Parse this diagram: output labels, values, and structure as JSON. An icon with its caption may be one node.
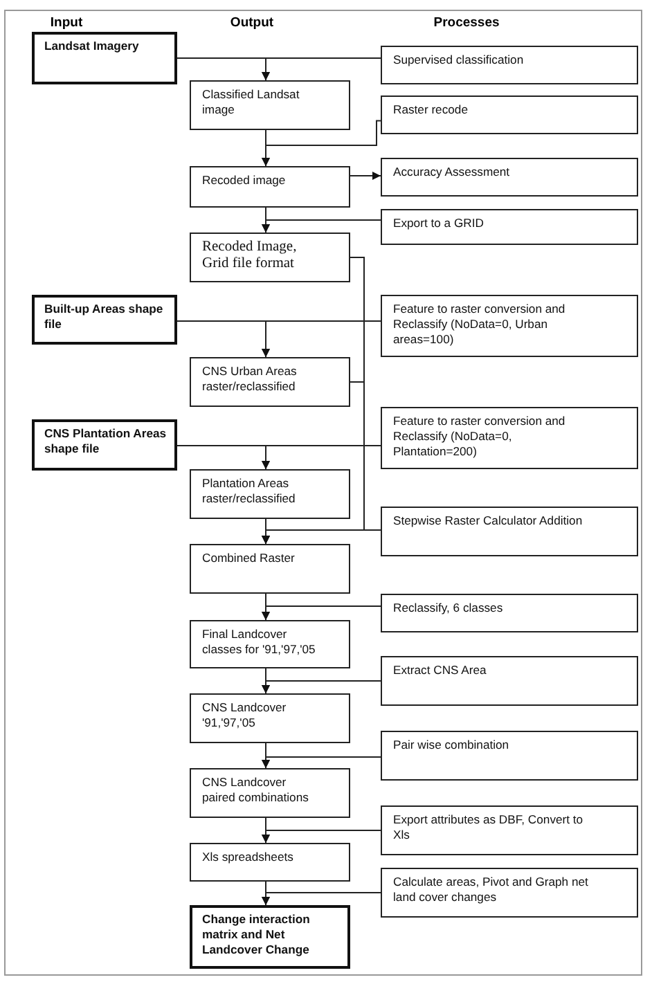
{
  "diagram": {
    "nodes": [
      {
        "text": [
          "Landsat Imagery"
        ]
      },
      {
        "text": [
          "Supervised classification"
        ]
      },
      {
        "text": [
          "Classified Landsat image"
        ]
      },
      {
        "text": [
          "Raster recode"
        ]
      },
      {
        "text": [
          "Recoded image"
        ]
      },
      {
        "text": [
          "Accuracy Assessment"
        ]
      },
      {
        "text": [
          "Export to a GRID"
        ]
      },
      {
        "text": [
          "Recoded Image, Grid file format"
        ]
      },
      {
        "text": [
          "Built-up Areas shape file"
        ]
      },
      {
        "text": [
          "Feature to raster conversion and Reclassify (NoData=0, Urban areas=100)"
        ]
      },
      {
        "text": [
          "CNS Urban Areas raster/reclassified"
        ]
      },
      {
        "text": [
          "CNS Plantation Areas shape file"
        ]
      },
      {
        "text": [
          "Feature to raster conversion and Reclassify (NoData=0, Plantation=200)"
        ]
      },
      {
        "text": [
          "Plantation Areas raster/reclassified"
        ]
      },
      {
        "text": [
          "Stepwise Raster Calculator Addition"
        ]
      },
      {
        "text": [
          "Combined Raster"
        ]
      },
      {
        "text": [
          "Reclassify, 6 classes"
        ]
      },
      {
        "text": [
          "Final Landcover classes for '91,'97,'05"
        ]
      },
      {
        "text": [
          "Extract CNS Area"
        ]
      },
      {
        "text": [
          "CNS Landcover '91,'97,'05"
        ]
      },
      {
        "text": [
          "Pair wise combination"
        ]
      },
      {
        "text": [
          "CNS Landcover paired combinations"
        ]
      },
      {
        "text": [
          "Export attributes as DBF, Convert to Xls"
        ]
      },
      {
        "text": [
          "Xls spreadsheets"
        ]
      },
      {
        "text": [
          "Calculate areas, Pivot and Graph net land cover changes"
        ]
      },
      {
        "text": [
          "Change interaction matrix and Net Landcover Change"
        ]
      }
    ],
    "edges": [
      {
        "from": 0,
        "to": 2,
        "arrow": "to"
      },
      {
        "from": 1,
        "to": 2,
        "arrow": "to"
      },
      {
        "from": 2,
        "to": 4,
        "arrow": "to"
      },
      {
        "from": 3,
        "to": 4,
        "arrow": "to"
      },
      {
        "from": 4,
        "to": 5,
        "arrow": "to"
      },
      {
        "from": 4,
        "to": 7,
        "arrow": "to"
      },
      {
        "from": 6,
        "to": 7,
        "arrow": "to"
      },
      {
        "from": 8,
        "to": 10,
        "arrow": "to"
      },
      {
        "from": 9,
        "to": 10,
        "arrow": "to"
      },
      {
        "from": 7,
        "to": 15,
        "arrow": "to"
      },
      {
        "from": 10,
        "to": 15,
        "arrow": "to"
      },
      {
        "from": 11,
        "to": 13,
        "arrow": "to"
      },
      {
        "from": 12,
        "to": 13,
        "arrow": "to"
      },
      {
        "from": 13,
        "to": 15,
        "arrow": "to"
      },
      {
        "from": 14,
        "to": 15,
        "arrow": "to"
      },
      {
        "from": 15,
        "to": 17,
        "arrow": "to"
      },
      {
        "from": 16,
        "to": 17,
        "arrow": "to"
      },
      {
        "from": 17,
        "to": 19,
        "arrow": "to"
      },
      {
        "from": 18,
        "to": 19,
        "arrow": "to"
      },
      {
        "from": 19,
        "to": 21,
        "arrow": "to"
      },
      {
        "from": 20,
        "to": 21,
        "arrow": "to"
      },
      {
        "from": 21,
        "to": 23,
        "arrow": "to"
      },
      {
        "from": 22,
        "to": 23,
        "arrow": "to"
      },
      {
        "from": 23,
        "to": 25,
        "arrow": "to"
      },
      {
        "from": 24,
        "to": 25,
        "arrow": "to"
      }
    ],
    "labels": [
      "Input",
      "Output",
      "Processes"
    ]
  }
}
